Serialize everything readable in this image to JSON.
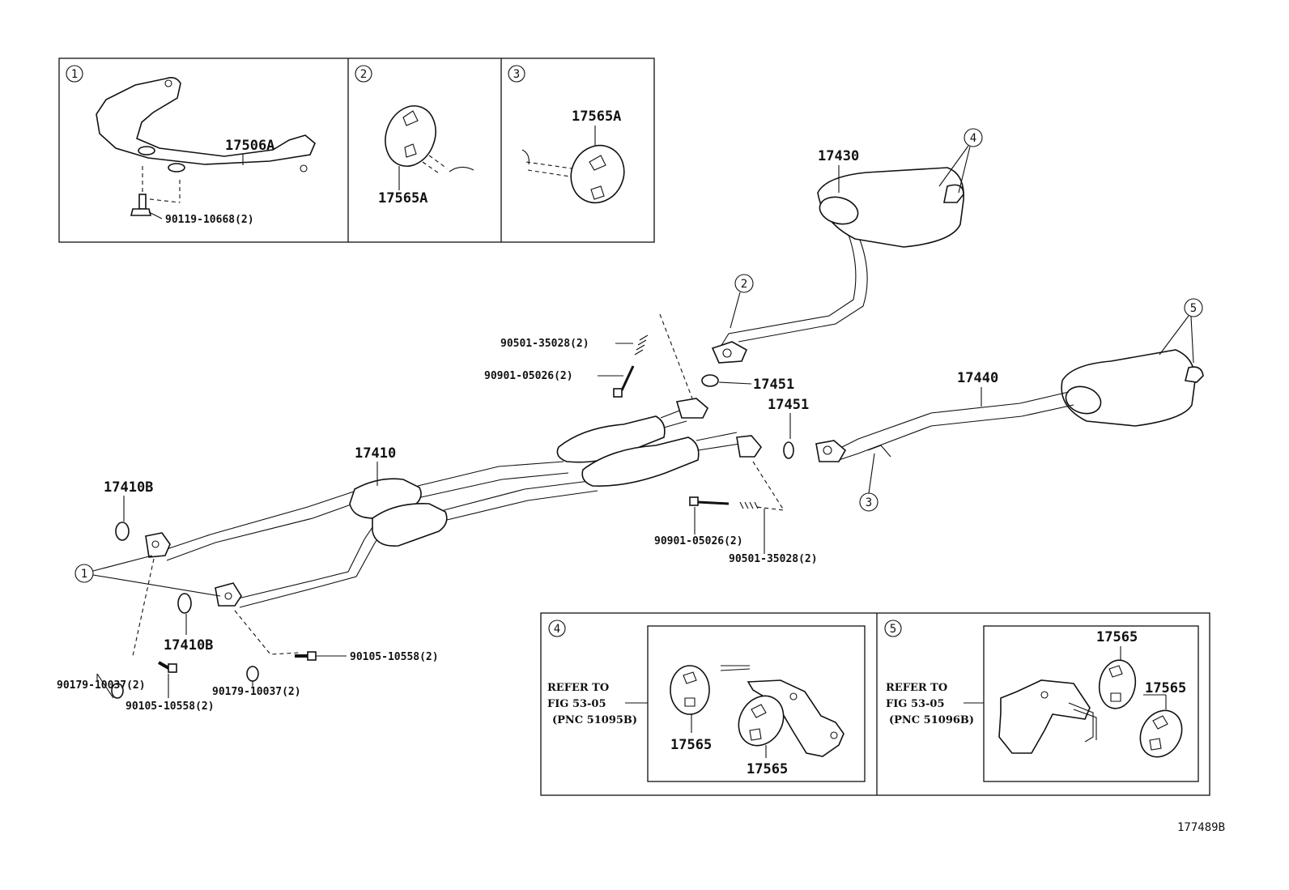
{
  "diagram_id": "177489B",
  "callouts": [
    "1",
    "2",
    "3",
    "4",
    "5"
  ],
  "parts": {
    "bracket": "17506A",
    "hanger_a": "17565A",
    "front_pipe": "17410",
    "front_gasket": "17410B",
    "center_pipe": "17430",
    "tail_pipe": "17440",
    "gasket_mid": "17451",
    "hanger": "17565",
    "bolt_90119": "90119-10668(2)",
    "spring_90501": "90501-35028(2)",
    "bolt_90901": "90901-05026(2)",
    "nut_90179": "90179-10037(2)",
    "bolt_90105": "90105-10558(2)"
  },
  "refer": {
    "refer_to": "REFER TO",
    "fig": "FIG 53-05",
    "pnc_a": "(PNC 51095B)",
    "pnc_b": "(PNC 51096B)"
  }
}
